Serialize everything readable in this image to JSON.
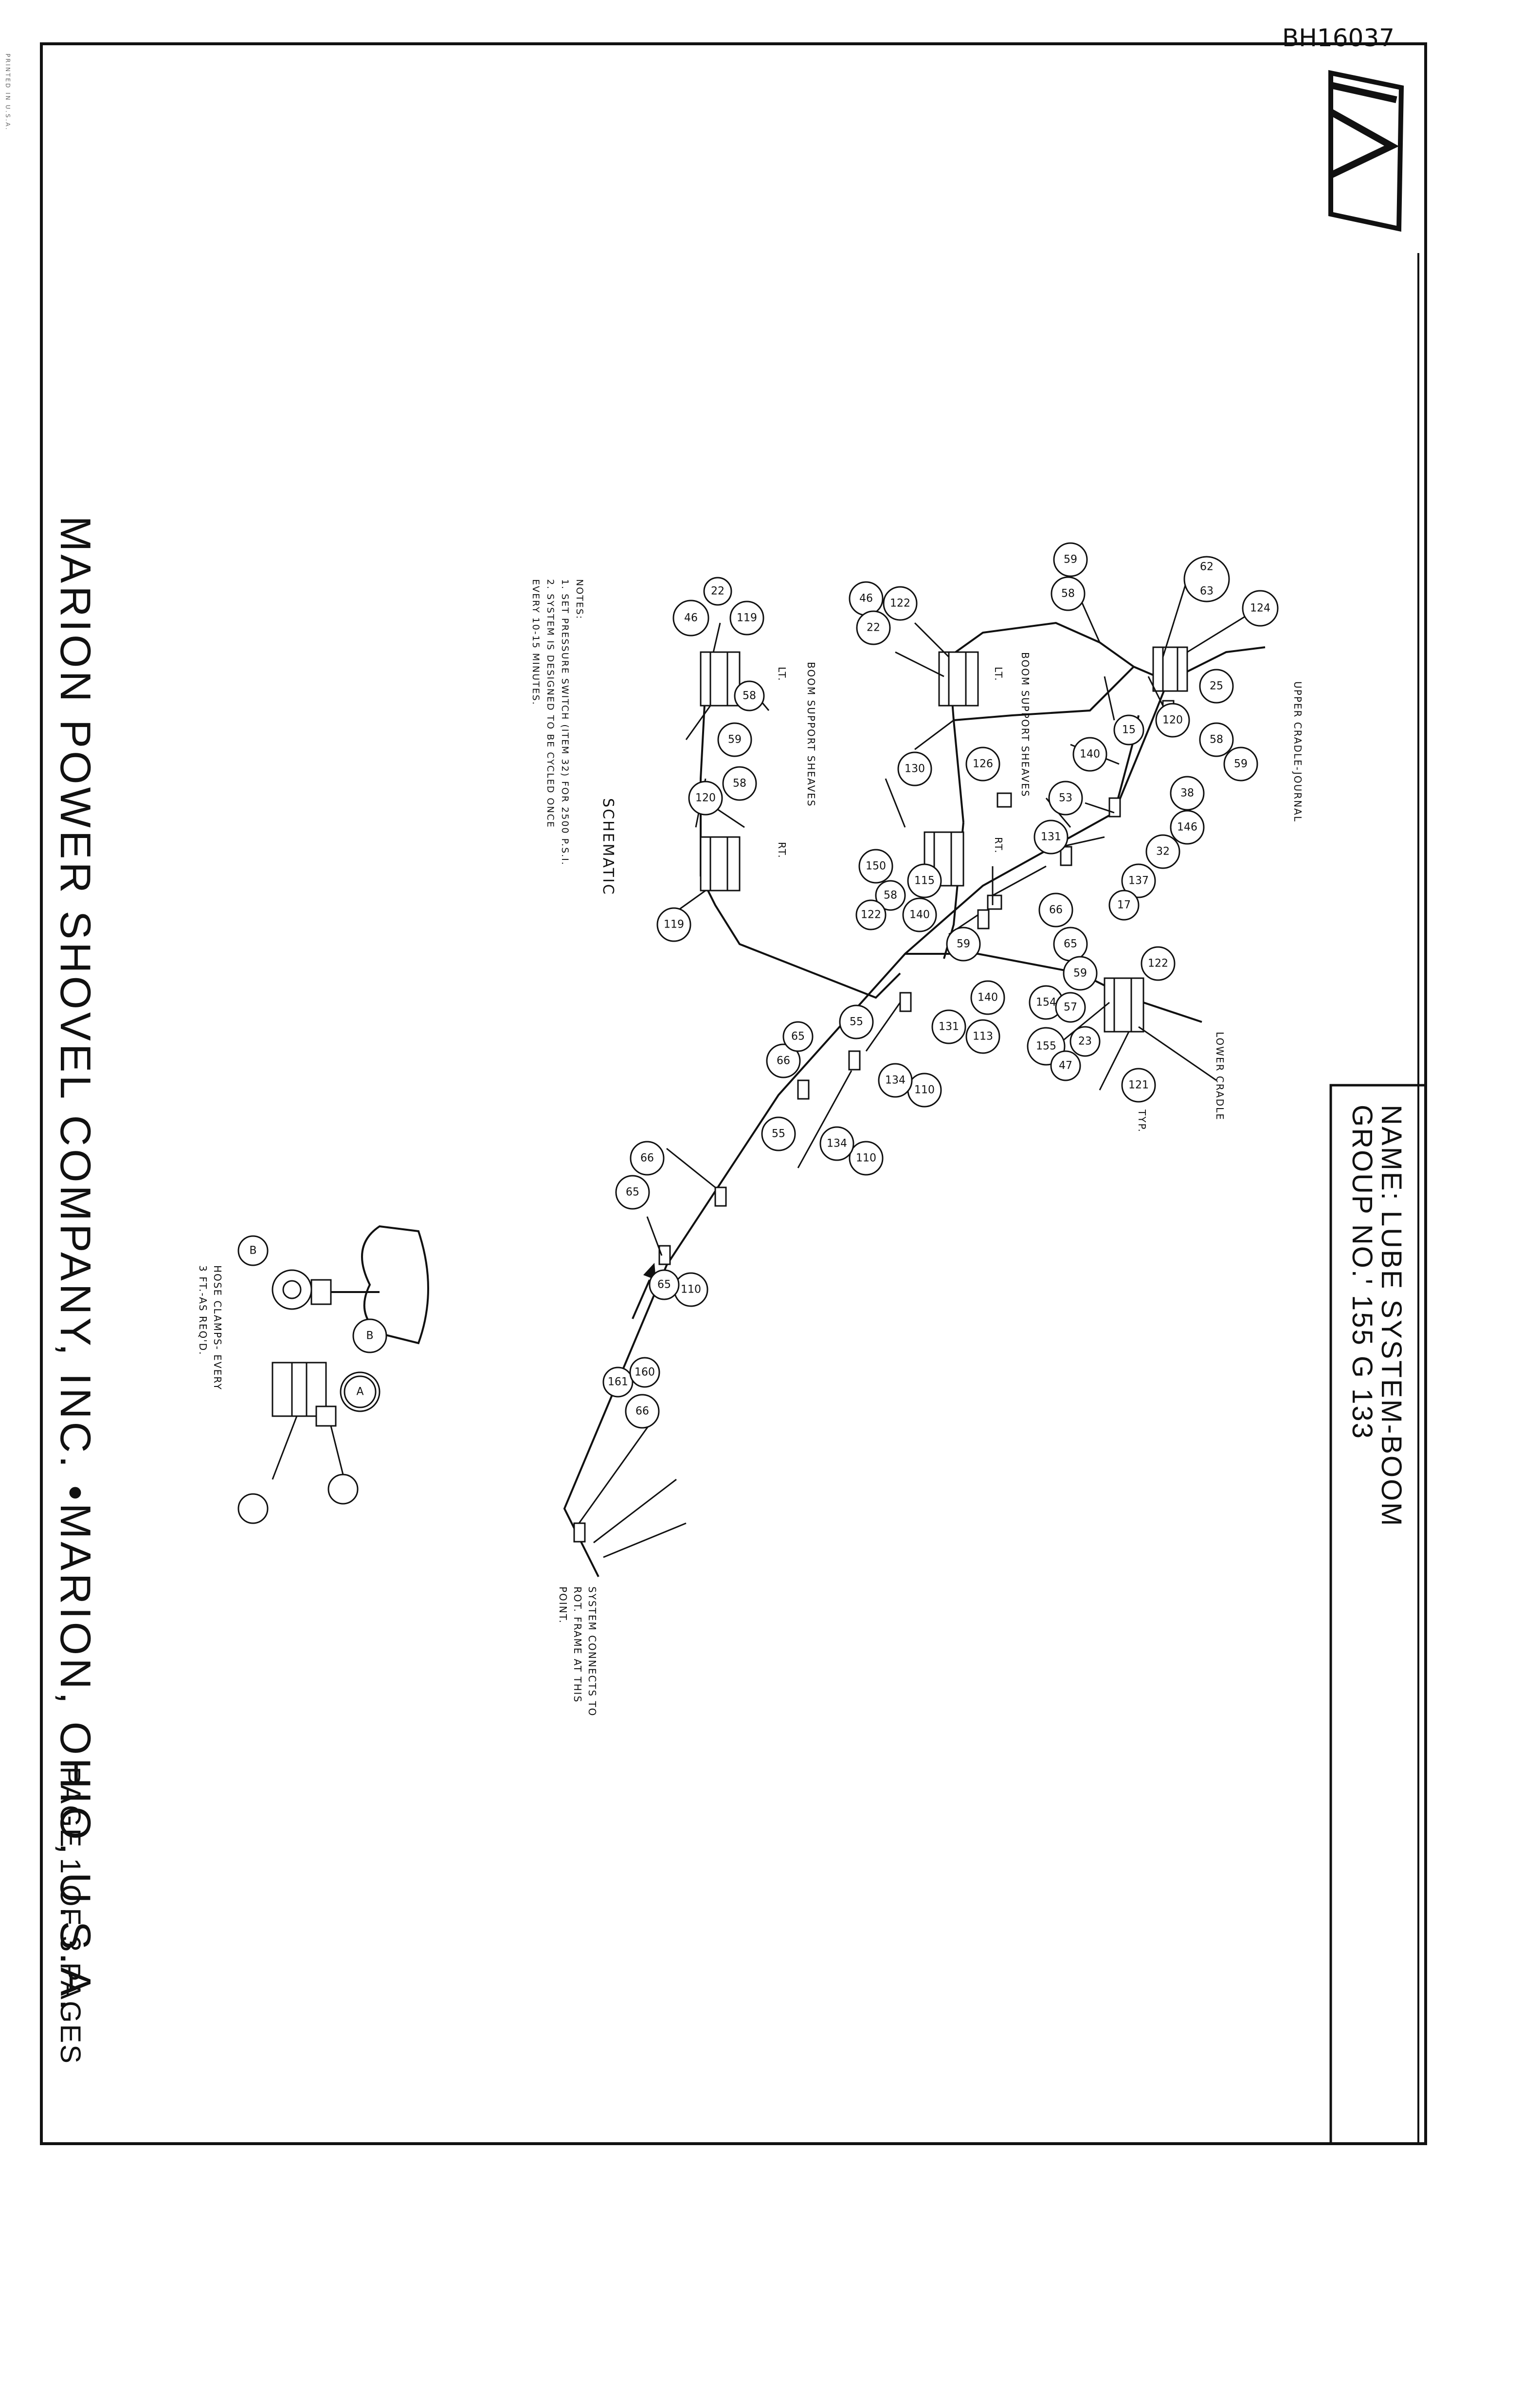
{
  "document_id": "BH16037",
  "edge_mark": "PRINTED IN U.S.A.",
  "title_block": {
    "name": "NAME: LUBE SYSTEM-BOOM",
    "group": "GROUP NO.' 155 G 133"
  },
  "company": "MARION POWER SHOVEL COMPANY, INC. •MARION, OHIO, U.S.A.",
  "page": "PAGE 1 OF 3 PAGES",
  "schematic": {
    "title": "SCHEMATIC",
    "notes_heading": "NOTES:",
    "notes": [
      "1. SET PRESSURE SWITCH (ITEM 32) FOR 2500 P.S.I.",
      "2. SYSTEM IS DESIGNED TO BE CYCLED ONCE",
      "   EVERY 10-15 MINUTES."
    ],
    "labels": {
      "upper_cradle": "UPPER CRADLE-JOURNAL",
      "lower_cradle": "LOWER CRADLE",
      "boom_sheaves_a": "BOOM SUPPORT SHEAVES",
      "boom_sheaves_b": "BOOM SUPPORT SHEAVES",
      "system_connects": [
        "SYSTEM CONNECTS TO",
        "ROT. FRAME AT THIS",
        "POINT."
      ],
      "hose_clamps": [
        "HOSE CLAMPS- EVERY",
        "3 FT.-AS REQ'D."
      ],
      "typ": "TYP.",
      "lt": "LT.",
      "rt": "RT."
    },
    "callouts": [
      "124",
      "62",
      "63",
      "25",
      "120",
      "58",
      "59",
      "59",
      "58",
      "46",
      "22",
      "122",
      "140",
      "15",
      "38",
      "146",
      "32",
      "137",
      "17",
      "53",
      "131",
      "66",
      "65",
      "130",
      "126",
      "115",
      "140",
      "59",
      "58",
      "122",
      "150",
      "46",
      "22",
      "119",
      "59",
      "58",
      "120",
      "119",
      "58",
      "122",
      "154",
      "155",
      "59",
      "57",
      "23",
      "47",
      "121",
      "140",
      "113",
      "131",
      "110",
      "134",
      "55",
      "66",
      "65",
      "110",
      "134",
      "55",
      "66",
      "65",
      "110",
      "65",
      "66",
      "161",
      "160",
      "B",
      "A",
      "B"
    ]
  }
}
